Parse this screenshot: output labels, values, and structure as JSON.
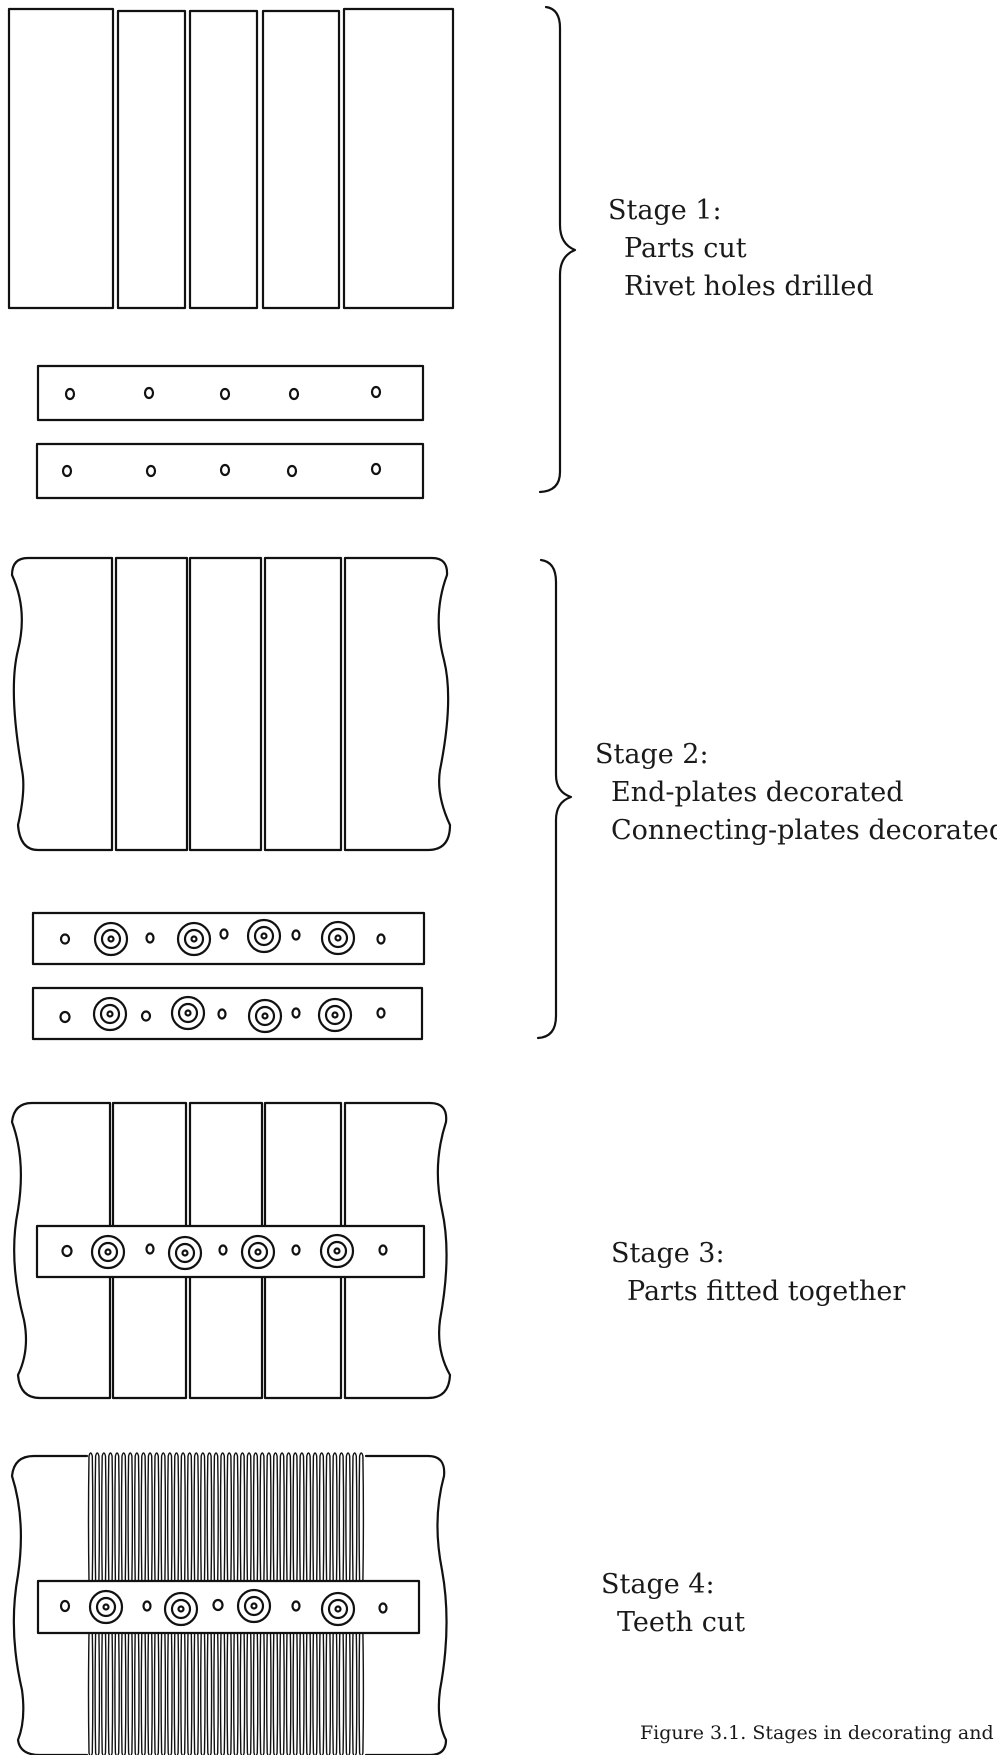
{
  "stages": [
    {
      "title": "Stage 1:",
      "lines": [
        "Parts cut",
        "Rivet holes drilled"
      ]
    },
    {
      "title": "Stage 2:",
      "lines": [
        "End-plates decorated",
        "Connecting-plates decorated"
      ]
    },
    {
      "title": "Stage 3:",
      "lines": [
        "Parts fitted together"
      ]
    },
    {
      "title": "Stage 4:",
      "lines": [
        "Teeth cut"
      ]
    }
  ],
  "caption": "Figure 3.1. Stages in decorating and"
}
